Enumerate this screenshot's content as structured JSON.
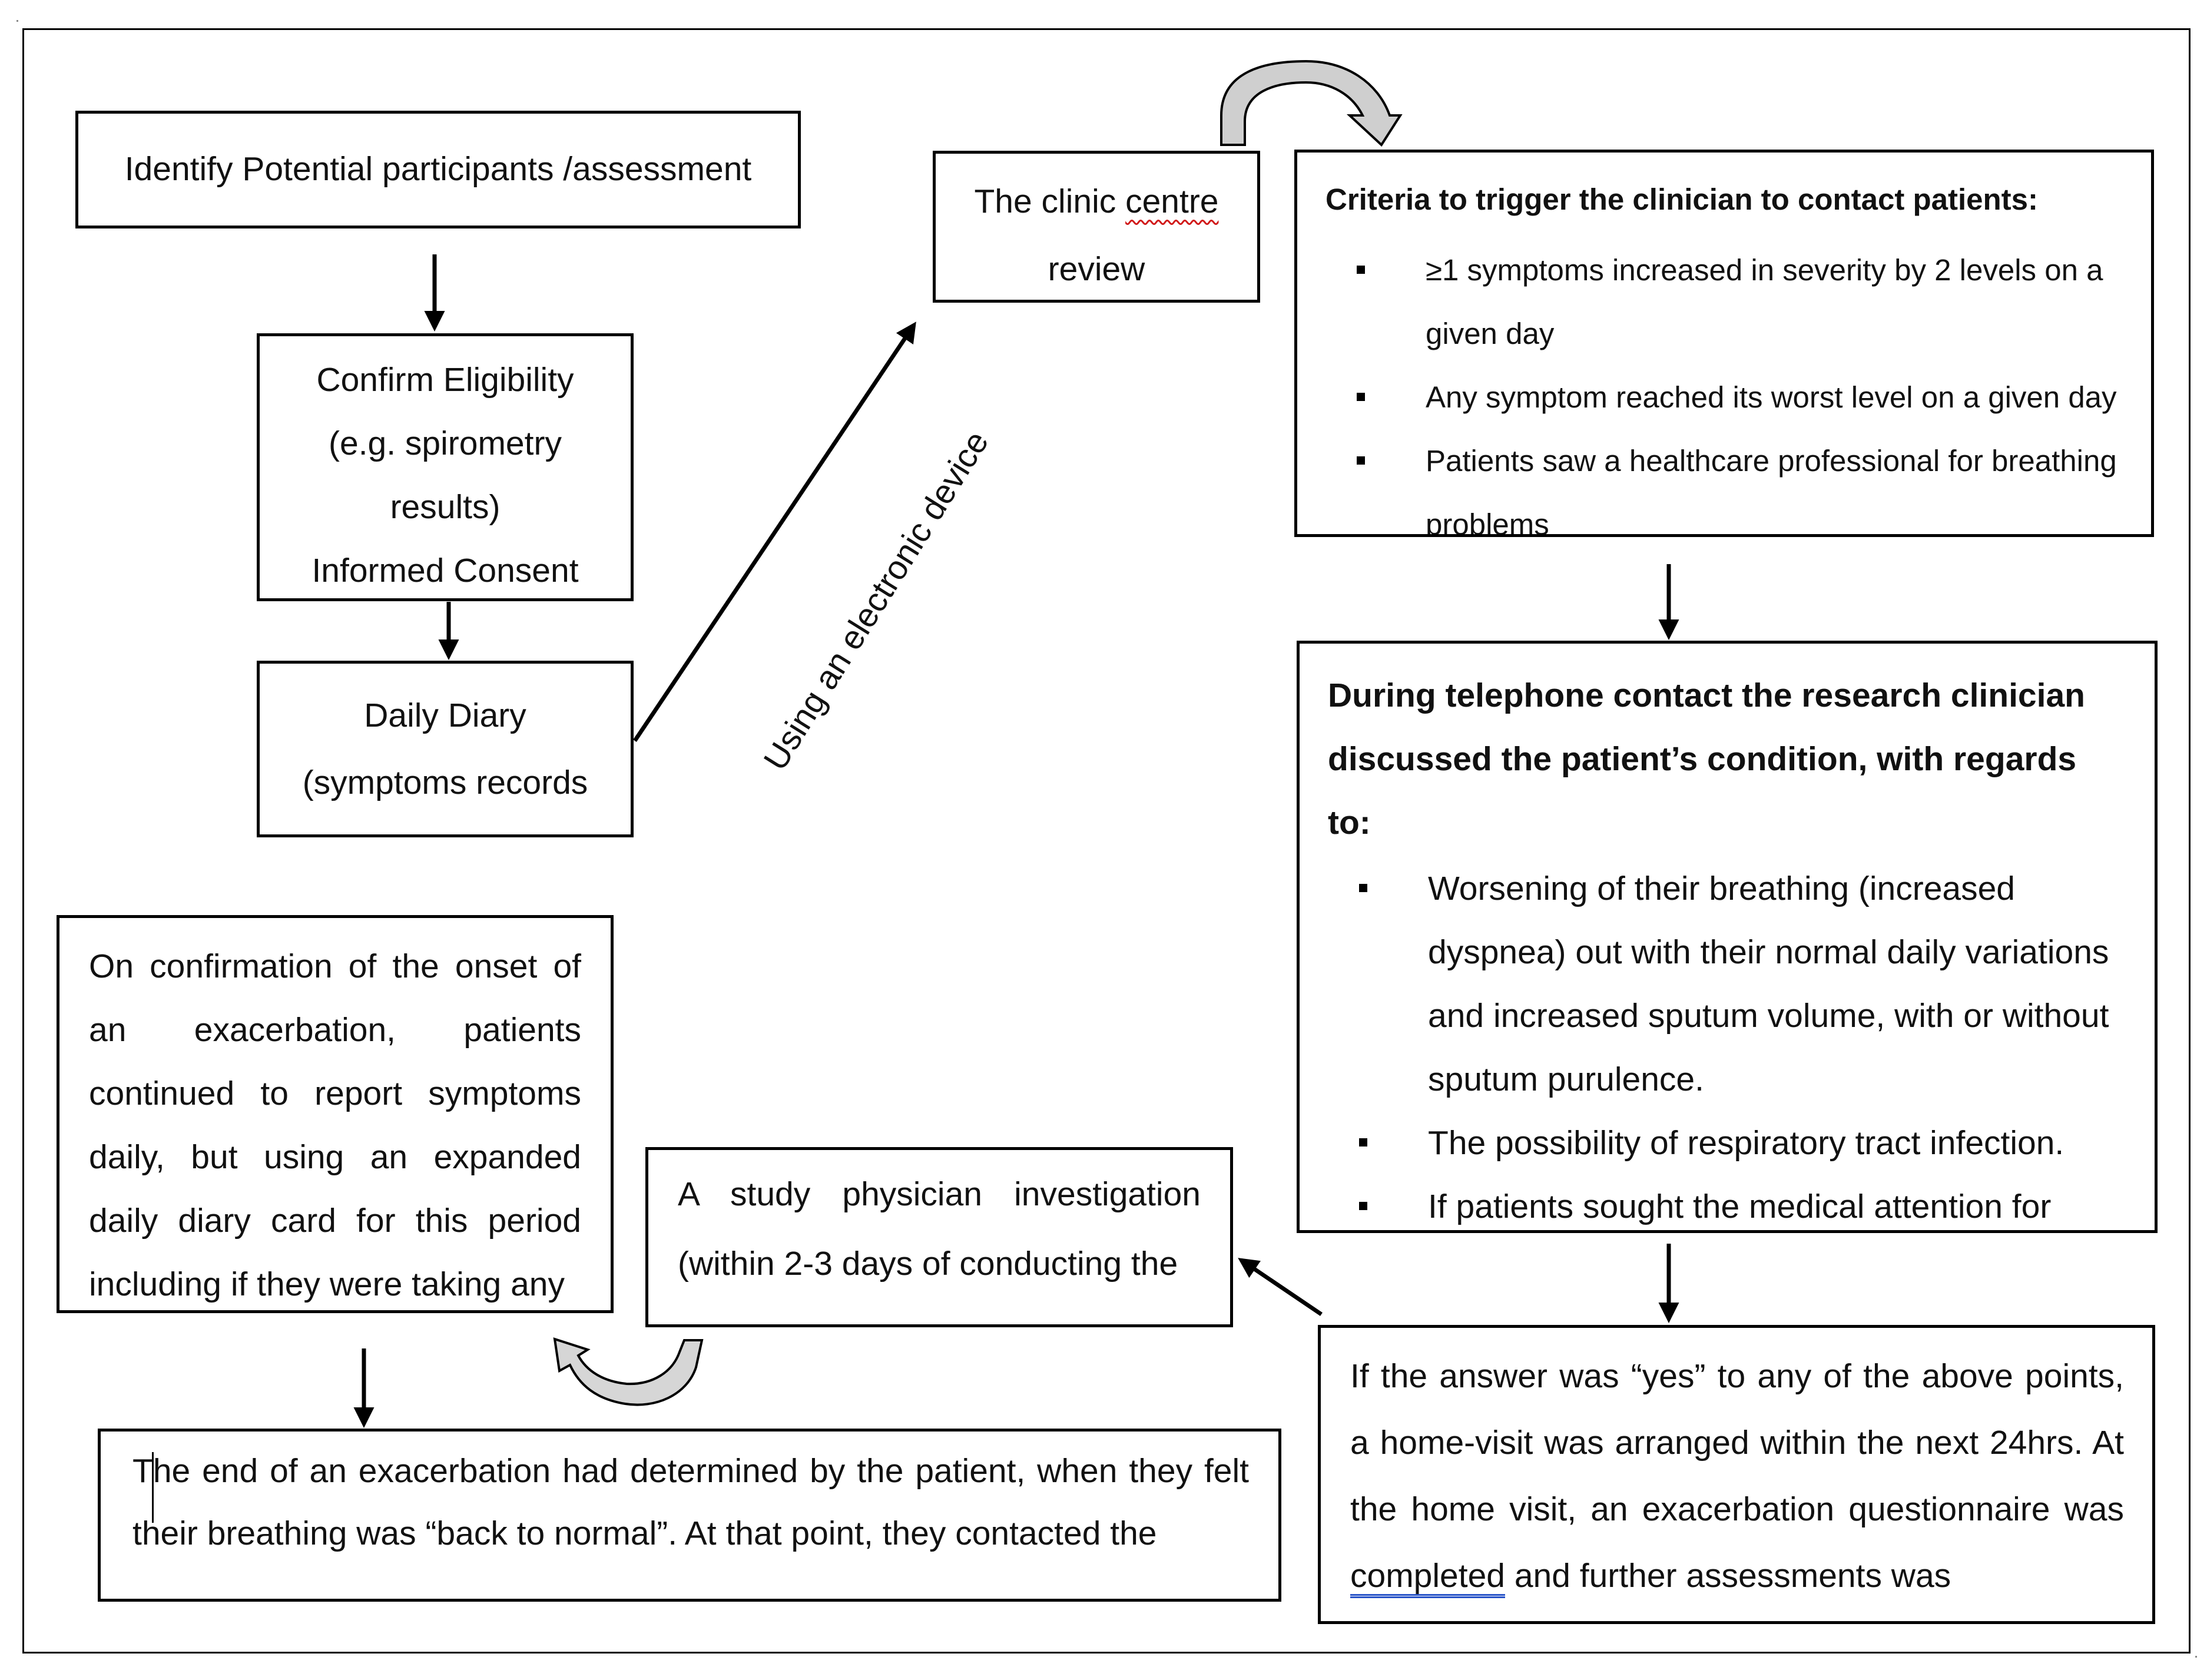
{
  "boxes": {
    "identify": {
      "text": "Identify Potential participants /assessment"
    },
    "eligibility": {
      "lines": [
        "Confirm Eligibility",
        "(e.g. spirometry",
        "results)",
        "Informed Consent"
      ]
    },
    "diary": {
      "lines": [
        "Daily Diary",
        "(symptoms records"
      ]
    },
    "clinic": {
      "line1_pre": "The clinic ",
      "line1_word": "centre",
      "line2": "review"
    },
    "criteria": {
      "title": "Criteria to trigger the clinician to contact patients:",
      "items": [
        "≥1 symptoms increased in severity by 2 levels on a given day",
        "Any symptom reached its worst level on a given day",
        "Patients saw a healthcare professional for breathing problems"
      ]
    },
    "telephone": {
      "title": "During telephone contact the research clinician discussed the patient’s condition, with regards to:",
      "items": [
        "Worsening of their breathing (increased dyspnea) out with their normal daily variations and increased sputum volume, with or without sputum purulence.",
        "The possibility of respiratory tract infection.",
        "If patients sought the medical attention for"
      ]
    },
    "onset": {
      "text": "On confirmation of the onset of an exacerbation, patients continued to report symptoms daily, but using an expanded daily diary card for this period including if they were taking any"
    },
    "physician": {
      "text": "A study physician investigation (within 2-3 days of conducting the"
    },
    "homevisit": {
      "pre": "If the answer was “yes” to any of the above points, a home-visit was arranged within the next 24hrs. At the home visit, an exacerbation questionnaire was ",
      "word": "completed",
      "post": " and further assessments was"
    },
    "end": {
      "text": "The end of an exacerbation had determined by the patient, when they felt their breathing was “back to normal”. At that point, they contacted the"
    }
  },
  "arrow_label": "Using an electronic device"
}
